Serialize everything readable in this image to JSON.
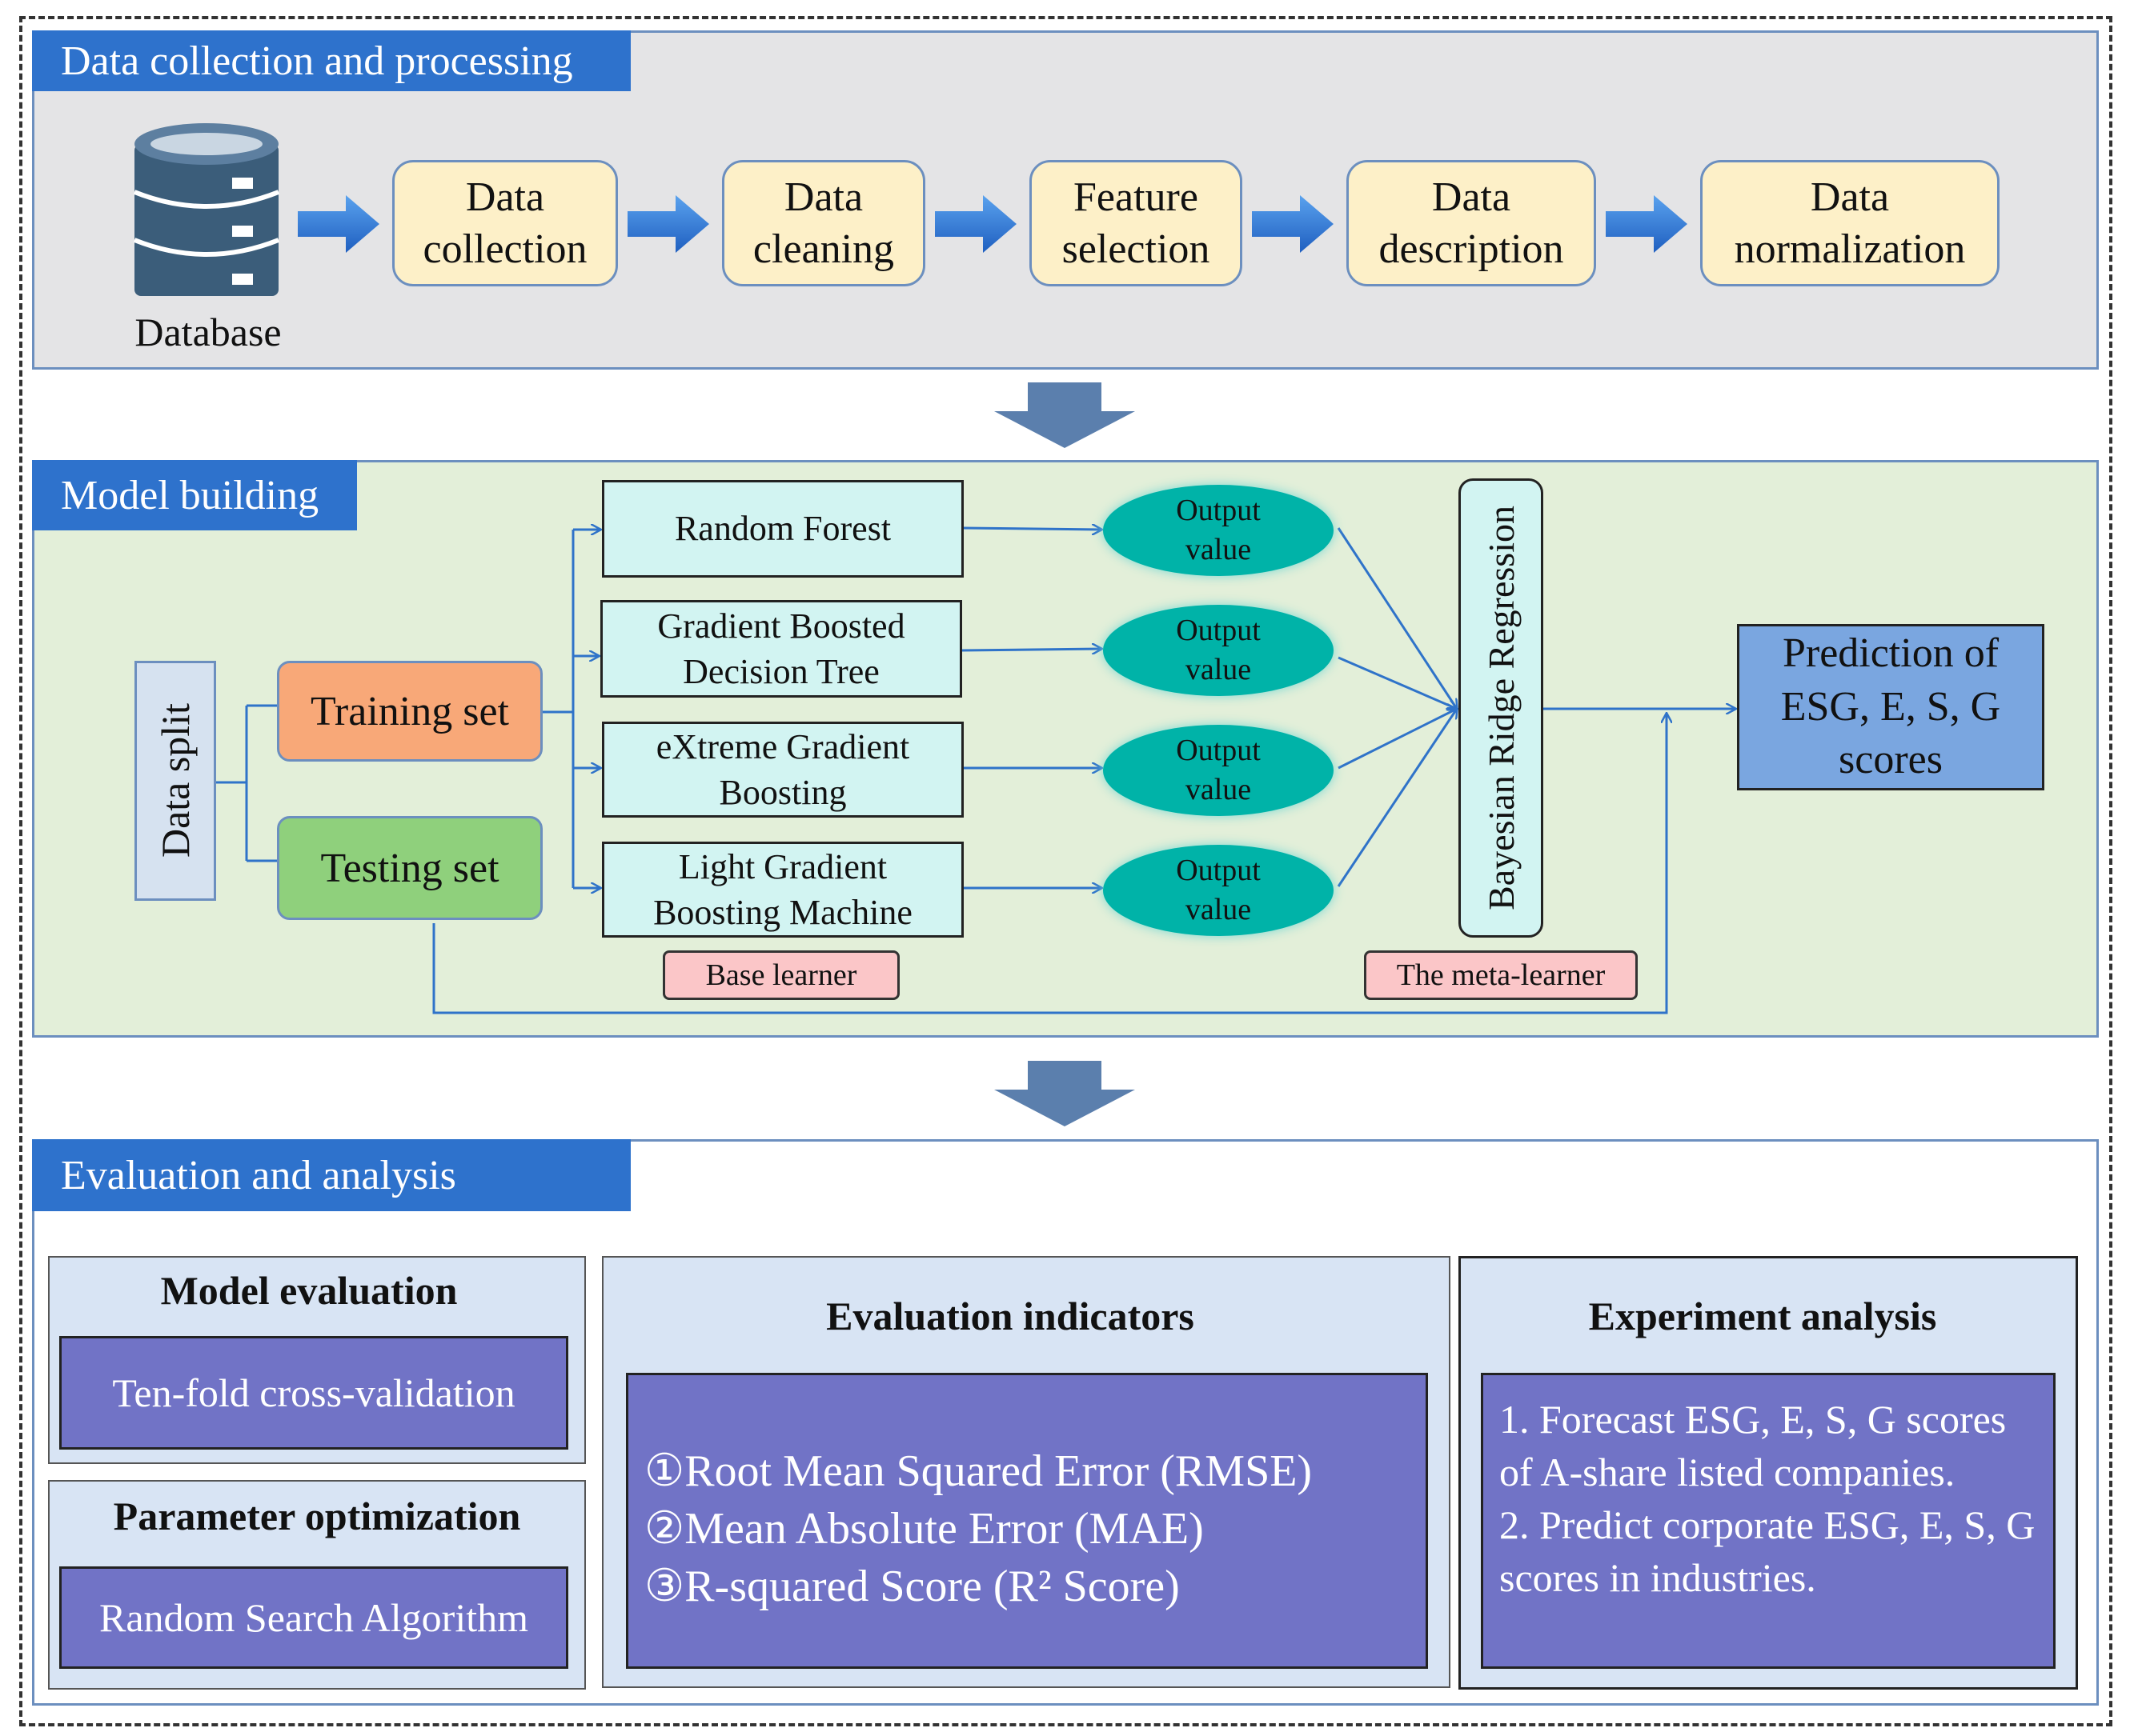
{
  "section1": {
    "title": "Data collection and processing",
    "database_label": "Database",
    "steps": [
      "Data\ncollection",
      "Data\ncleaning",
      "Feature\nselection",
      "Data\ndescription",
      "Data\nnormalization"
    ]
  },
  "section2": {
    "title": "Model building",
    "data_split": "Data split",
    "training_set": "Training set",
    "testing_set": "Testing set",
    "base_learners": [
      "Random Forest",
      "Gradient Boosted\nDecision Tree",
      "eXtreme Gradient\nBoosting",
      "Light Gradient\nBoosting Machine"
    ],
    "output_value": "Output\nvalue",
    "meta_model": "Bayesian Ridge Regression",
    "base_learner_label": "Base learner",
    "meta_learner_label": "The meta-learner",
    "prediction": "Prediction of\nESG, E, S, G\nscores"
  },
  "section3": {
    "title": "Evaluation and analysis",
    "model_evaluation": {
      "heading": "Model evaluation",
      "content": "Ten-fold cross-validation"
    },
    "parameter_optimization": {
      "heading": "Parameter optimization",
      "content": "Random Search Algorithm"
    },
    "evaluation_indicators": {
      "heading": "Evaluation indicators",
      "items": [
        "①Root Mean Squared Error (RMSE)",
        "②Mean Absolute Error (MAE)",
        "③R-squared Score (R² Score)"
      ]
    },
    "experiment_analysis": {
      "heading": "Experiment analysis",
      "items": [
        "1. Forecast ESG, E, S, G scores of A-share listed companies.",
        "2. Predict corporate ESG, E, S, G scores in industries."
      ]
    }
  },
  "colors": {
    "title_bar": "#2e72cc",
    "step_box": "#fdf0c8",
    "learner_box": "#d2f4f2",
    "output_ellipse": "#00b3a8",
    "training": "#f8a878",
    "testing": "#8fd07c",
    "prediction": "#7aa6e0",
    "purple_box": "#7173c6",
    "label_pink": "#fbc6c8"
  }
}
